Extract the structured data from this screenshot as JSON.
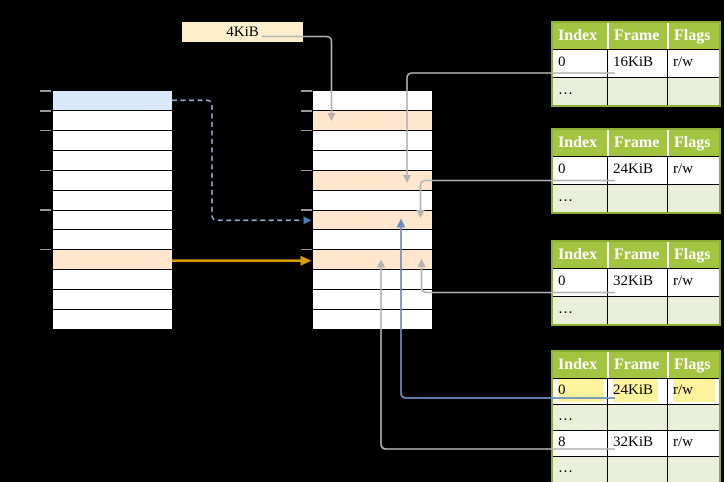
{
  "page_size_label": "4KiB",
  "virtual_memory_column": {
    "rows": [
      "blue",
      "white",
      "white",
      "white",
      "white",
      "white",
      "white",
      "white",
      "orange",
      "white",
      "white",
      "white"
    ]
  },
  "physical_memory_column": {
    "rows": [
      "white",
      "orange",
      "white",
      "white",
      "orange",
      "white",
      "orange",
      "white",
      "orange",
      "white",
      "white",
      "white"
    ]
  },
  "page_tables": [
    {
      "headers": [
        "Index",
        "Frame",
        "Flags"
      ],
      "rows": [
        {
          "cells": [
            "0",
            "16KiB",
            "r/w"
          ],
          "variant": "white",
          "highlight": false
        },
        {
          "cells": [
            "…",
            "",
            ""
          ],
          "variant": "green",
          "highlight": false
        }
      ]
    },
    {
      "headers": [
        "Index",
        "Frame",
        "Flags"
      ],
      "rows": [
        {
          "cells": [
            "0",
            "24KiB",
            "r/w"
          ],
          "variant": "white",
          "highlight": false
        },
        {
          "cells": [
            "…",
            "",
            ""
          ],
          "variant": "green",
          "highlight": false
        }
      ]
    },
    {
      "headers": [
        "Index",
        "Frame",
        "Flags"
      ],
      "rows": [
        {
          "cells": [
            "0",
            "32KiB",
            "r/w"
          ],
          "variant": "white",
          "highlight": false
        },
        {
          "cells": [
            "…",
            "",
            ""
          ],
          "variant": "green",
          "highlight": false
        }
      ]
    },
    {
      "headers": [
        "Index",
        "Frame",
        "Flags"
      ],
      "rows": [
        {
          "cells": [
            "0",
            "24KiB",
            "r/w"
          ],
          "variant": "white",
          "highlight": true
        },
        {
          "cells": [
            "…",
            "",
            ""
          ],
          "variant": "green",
          "highlight": false
        },
        {
          "cells": [
            "8",
            "32KiB",
            "r/w"
          ],
          "variant": "white",
          "highlight": false
        },
        {
          "cells": [
            "…",
            "",
            ""
          ],
          "variant": "green",
          "highlight": false
        }
      ]
    }
  ],
  "colors": {
    "background": "#000000",
    "row_white": "#ffffff",
    "row_blue": "#dae8fc",
    "row_orange": "#ffe6cc",
    "label_box_fill": "#ffeecb",
    "table_header_green": "#a3c440",
    "table_border_green": "#8cb033",
    "table_alt_green": "#e9efd9",
    "highlight_yellow": "#fdf39d",
    "connector_gray": "#b3b3b3",
    "connector_blue": "#6a8fbf",
    "connector_dashed_blue": "#93afd4",
    "connector_dashed_head": "#4d7bb5",
    "connector_orange": "#d79b00",
    "tick_gray": "#999999"
  }
}
